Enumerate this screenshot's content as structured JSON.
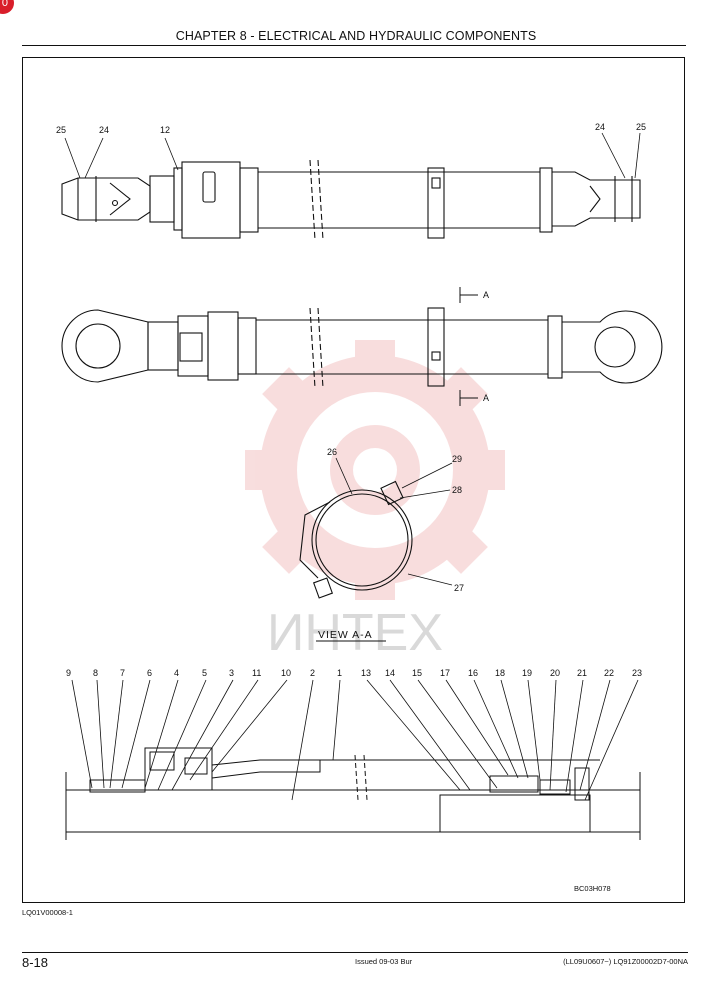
{
  "badge": {
    "text": "0"
  },
  "header": {
    "title": "CHAPTER 8 - ELECTRICAL AND HYDRAULIC COMPONENTS"
  },
  "figure": {
    "top_callouts": [
      "25",
      "24",
      "12",
      "24",
      "25"
    ],
    "section_marker": "A",
    "section_callouts": [
      "26",
      "29",
      "28",
      "27"
    ],
    "view_label": "VIEW  A-A",
    "bottom_callouts": [
      "9",
      "8",
      "7",
      "6",
      "4",
      "5",
      "3",
      "11",
      "10",
      "2",
      "1",
      "13",
      "14",
      "15",
      "17",
      "16",
      "18",
      "19",
      "20",
      "21",
      "22",
      "23"
    ],
    "figure_code": "BC03H078"
  },
  "watermark": {
    "text": "ИНТЕХ",
    "color": "#d94a4a"
  },
  "footer": {
    "ref_code": "LQ01V00008-1",
    "page_number": "8-18",
    "issued": "Issued 09-03   Bur",
    "doc_code": "(LL09U0607~)   LQ91Z00002D7-00NA"
  }
}
